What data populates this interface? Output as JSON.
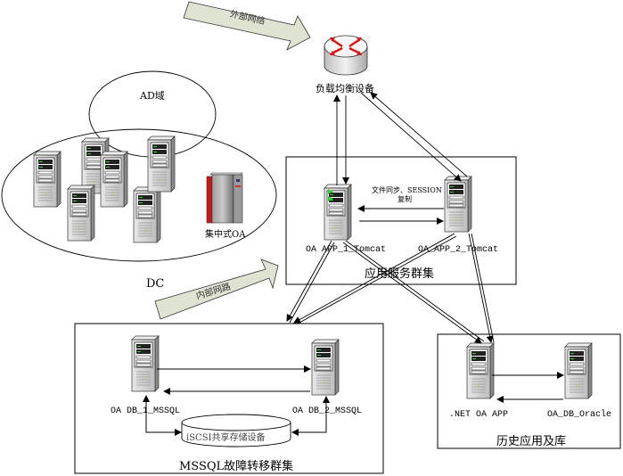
{
  "diagram": {
    "external_network_label": "外部网络",
    "internal_network_label": "内部网路",
    "load_balancer_label": "负载均衡设备",
    "ad_domain_label": "AD域",
    "dc_label": "DC",
    "centralized_oa_label": "集中式OA",
    "app_cluster": {
      "title": "应用服务群集",
      "server1_label": "OA APP_1_Tomcat",
      "server2_label": "OA_APP_2_Tomcat",
      "sync_label_line1": "文件同步、SESSION",
      "sync_label_line2": "复制"
    },
    "mssql_cluster": {
      "title": "MSSQL故障转移群集",
      "server1_label": "OA DB_1_MSSQL",
      "server2_label": "OA DB_2_MSSQL",
      "storage_label": "iSCSI共享存储设备"
    },
    "history_cluster": {
      "title": "历史应用及库",
      "server1_label": ".NET OA APP",
      "server2_label": "OA_DB_Oracle"
    }
  },
  "colors": {
    "arrow_fill": "#dfe3d2",
    "router_arrow": "#e01010",
    "cabinet_red": "#c8181c",
    "cabinet_gray": "#8c8c8c",
    "server_gray": "#d4d4d4",
    "led_green": "#30d030"
  }
}
